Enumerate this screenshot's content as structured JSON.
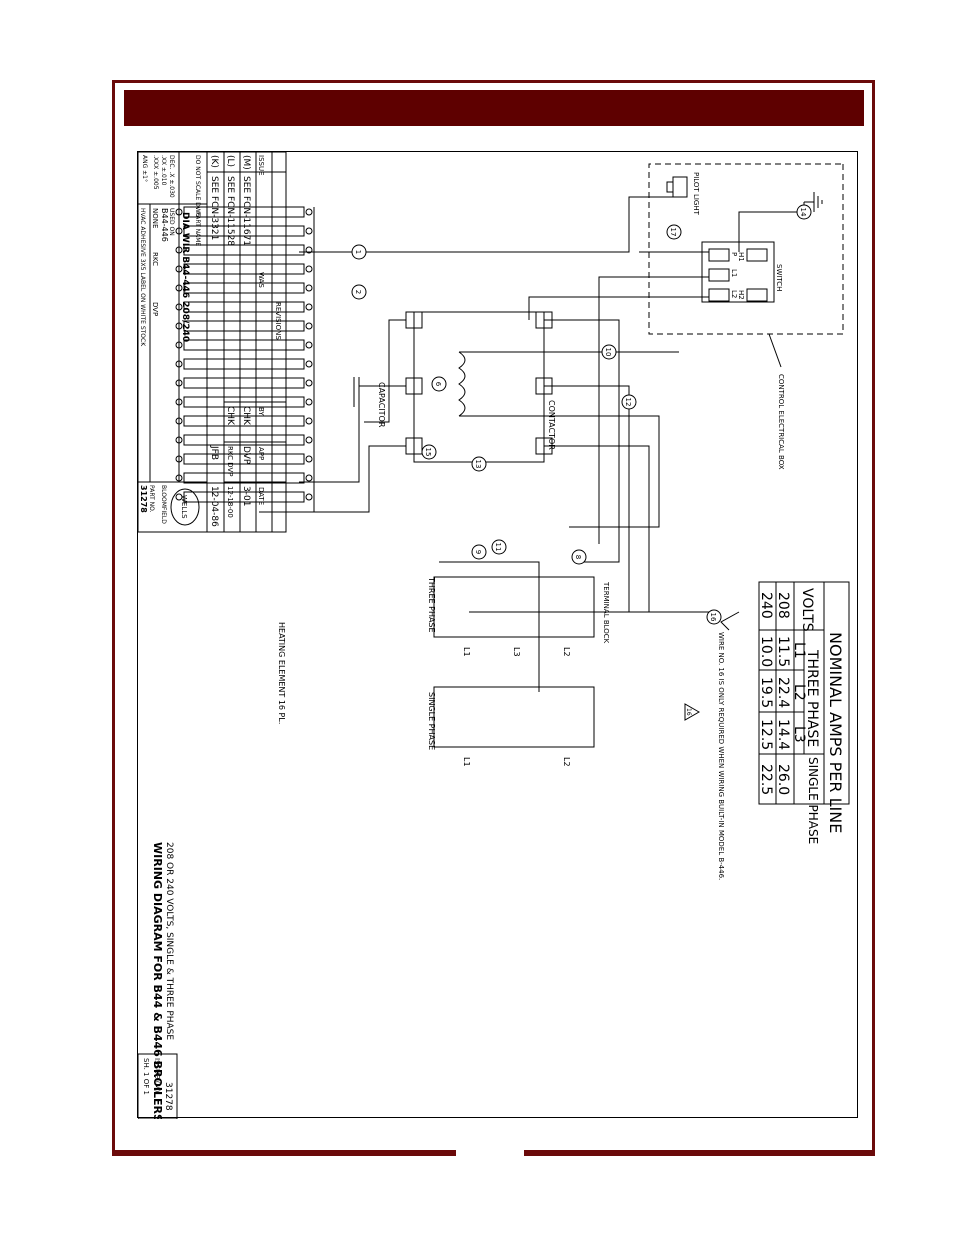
{
  "title_block": {
    "title": "WIRING DIAGRAM FOR B44 & B446 BROILERS",
    "subtitle": "208 OR 240 VOLTS, SINGLE & THREE PHASE",
    "drawing_no": "31278",
    "issue": "ISSUE (M)",
    "sheet": "SH. 1 OF 1",
    "revisions_label": "REVISIONS",
    "rev_header": [
      "ISSUE",
      "WAS",
      "BY",
      "APP",
      "DATE"
    ],
    "revisions": [
      [
        "(M)",
        "SEE FCN-11671",
        "CHK",
        "DVP",
        "3-01"
      ],
      [
        "(L)",
        "SEE FCN-11528",
        "CHK",
        "RKC DVP",
        "12-18-00"
      ],
      [
        "(K)",
        "SEE FCN-3321",
        "",
        "JFB",
        "12-04-86"
      ]
    ],
    "do_not_scale": "DO NOT SCALE DWG",
    "part_name_label": "PART NAME",
    "part_name": "DIA WIR B44-446 208/240",
    "used_on_label": "USED ON",
    "used_on": "B44-446",
    "scale": "NONE",
    "drn": "RKC",
    "eng": "DVP",
    "material": "HVAC ADHESIVE 3X5 LABEL ON WHITE STOCK",
    "company": "BLOOMFIELD",
    "logo": "WELLS",
    "part_no_label": "PART NO.",
    "part_no": "31278",
    "tolerances": [
      "DEC. .X ±.030",
      ".XX ±.010",
      ".XXX ±.005",
      "ANG ±1°"
    ]
  },
  "labels": {
    "pilot_light": "PILOT LIGHT",
    "switch": "SWITCH",
    "switch_terminals": [
      "P",
      "L1",
      "L2",
      "H1",
      "H2"
    ],
    "control_box": "CONTROL ELECTRICAL BOX",
    "capacitor": "CAPACITOR",
    "contactor": "CONTACTOR",
    "heating_element": "HEATING ELEMENT 16 PL.",
    "terminal_block": "TERMINAL BLOCK",
    "three_phase": "THREE PHASE",
    "single_phase": "SINGLE PHASE",
    "note": "WIRE NO. 16 IS ONLY REQUIRED WHEN WIRING BUILT-IN MODEL B-446.",
    "note_mark": "16"
  },
  "wire_numbers": [
    "1",
    "2",
    "6",
    "8",
    "9",
    "10",
    "11",
    "12",
    "13",
    "14",
    "15",
    "16",
    "17"
  ],
  "line_labels": {
    "three": [
      "L1",
      "L3",
      "L2"
    ],
    "single": [
      "L1",
      "L2"
    ]
  },
  "amps_table": {
    "title": "NOMINAL AMPS PER LINE",
    "volts": "VOLTS",
    "three_phase": "THREE PHASE",
    "single_phase": "SINGLE PHASE",
    "cols": [
      "L1",
      "L2",
      "L3"
    ],
    "rows": [
      {
        "volts": "208",
        "l1": "11.5",
        "l2": "22.4",
        "l3": "14.4",
        "single": "26.0"
      },
      {
        "volts": "240",
        "l1": "10.0",
        "l2": "19.5",
        "l3": "12.5",
        "single": "22.5"
      }
    ]
  }
}
